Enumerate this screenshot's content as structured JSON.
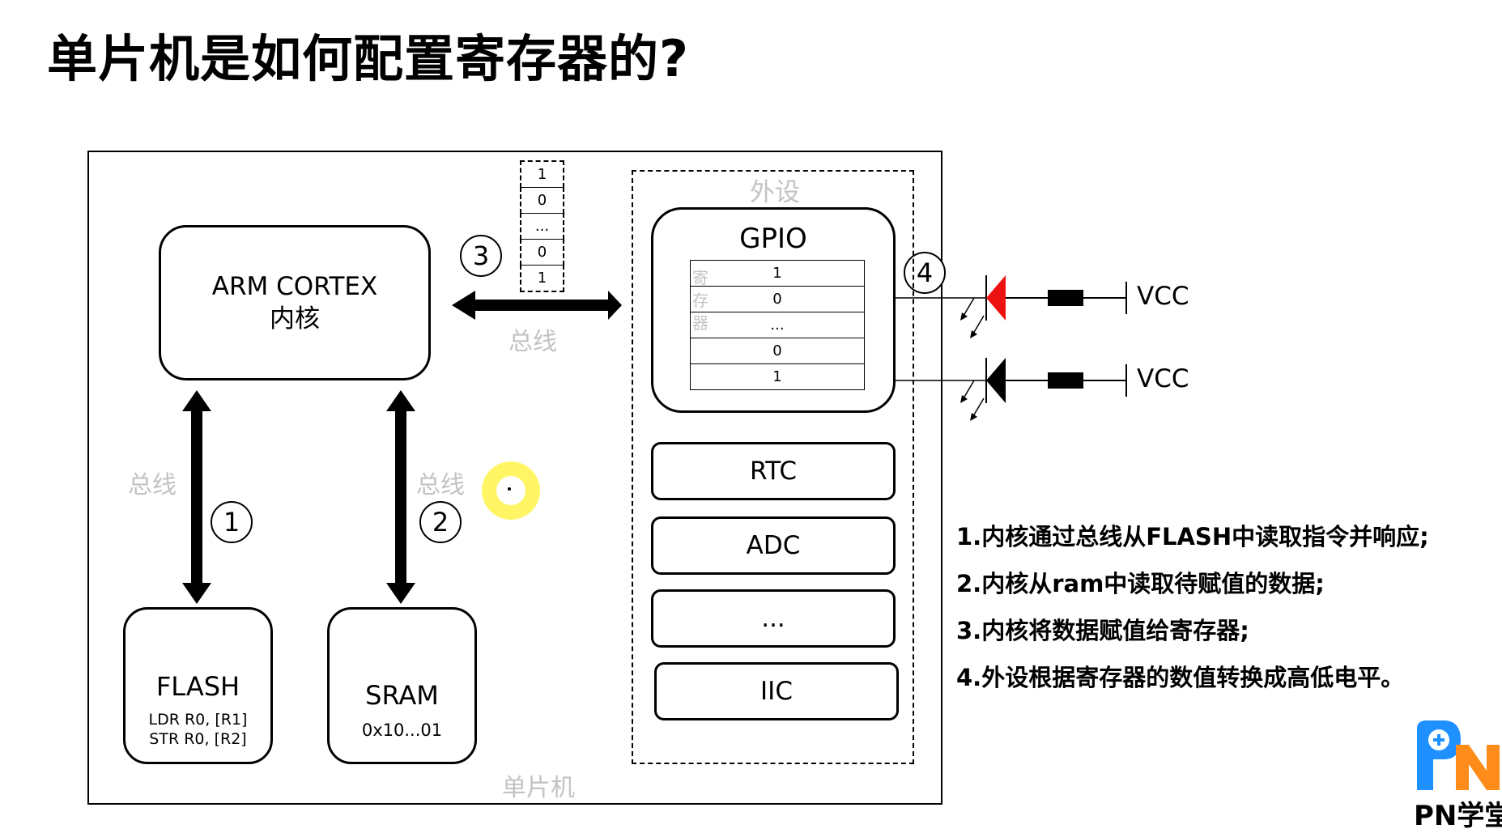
{
  "title": "单片机是如何配置寄存器的?",
  "mcu_label": "单片机",
  "core": {
    "line1": "ARM CORTEX",
    "line2": "内核"
  },
  "bus_label": "总线",
  "flash": {
    "title": "FLASH",
    "line1": "LDR  R0,  [R1]",
    "line2": "STR  R0,  [R2]"
  },
  "sram": {
    "title": "SRAM",
    "value": "0x10...01"
  },
  "peripherals_label": "外设",
  "gpio": {
    "title": "GPIO",
    "register_label": [
      "寄",
      "存",
      "器"
    ],
    "bits": [
      "1",
      "0",
      "...",
      "0",
      "1"
    ]
  },
  "transfer_bits": [
    "1",
    "0",
    "...",
    "0",
    "1"
  ],
  "peripheral_items": [
    "RTC",
    "ADC",
    "...",
    "IIC"
  ],
  "circled_steps": [
    "1",
    "2",
    "3",
    "4"
  ],
  "vcc": "VCC",
  "steps": [
    "1.内核通过总线从FLASH中读取指令并响应;",
    "2.内核从ram中读取待赋值的数据;",
    "3.内核将数据赋值给寄存器;",
    "4.外设根据寄存器的数值转换成高低电平。"
  ],
  "logo": {
    "mark": "PN",
    "text": "PN学堂"
  },
  "colors": {
    "led_on": "#ee1111",
    "led_off": "#000000",
    "cursor_highlight": "#fff34a",
    "label_grey": "#c3c3c3"
  }
}
